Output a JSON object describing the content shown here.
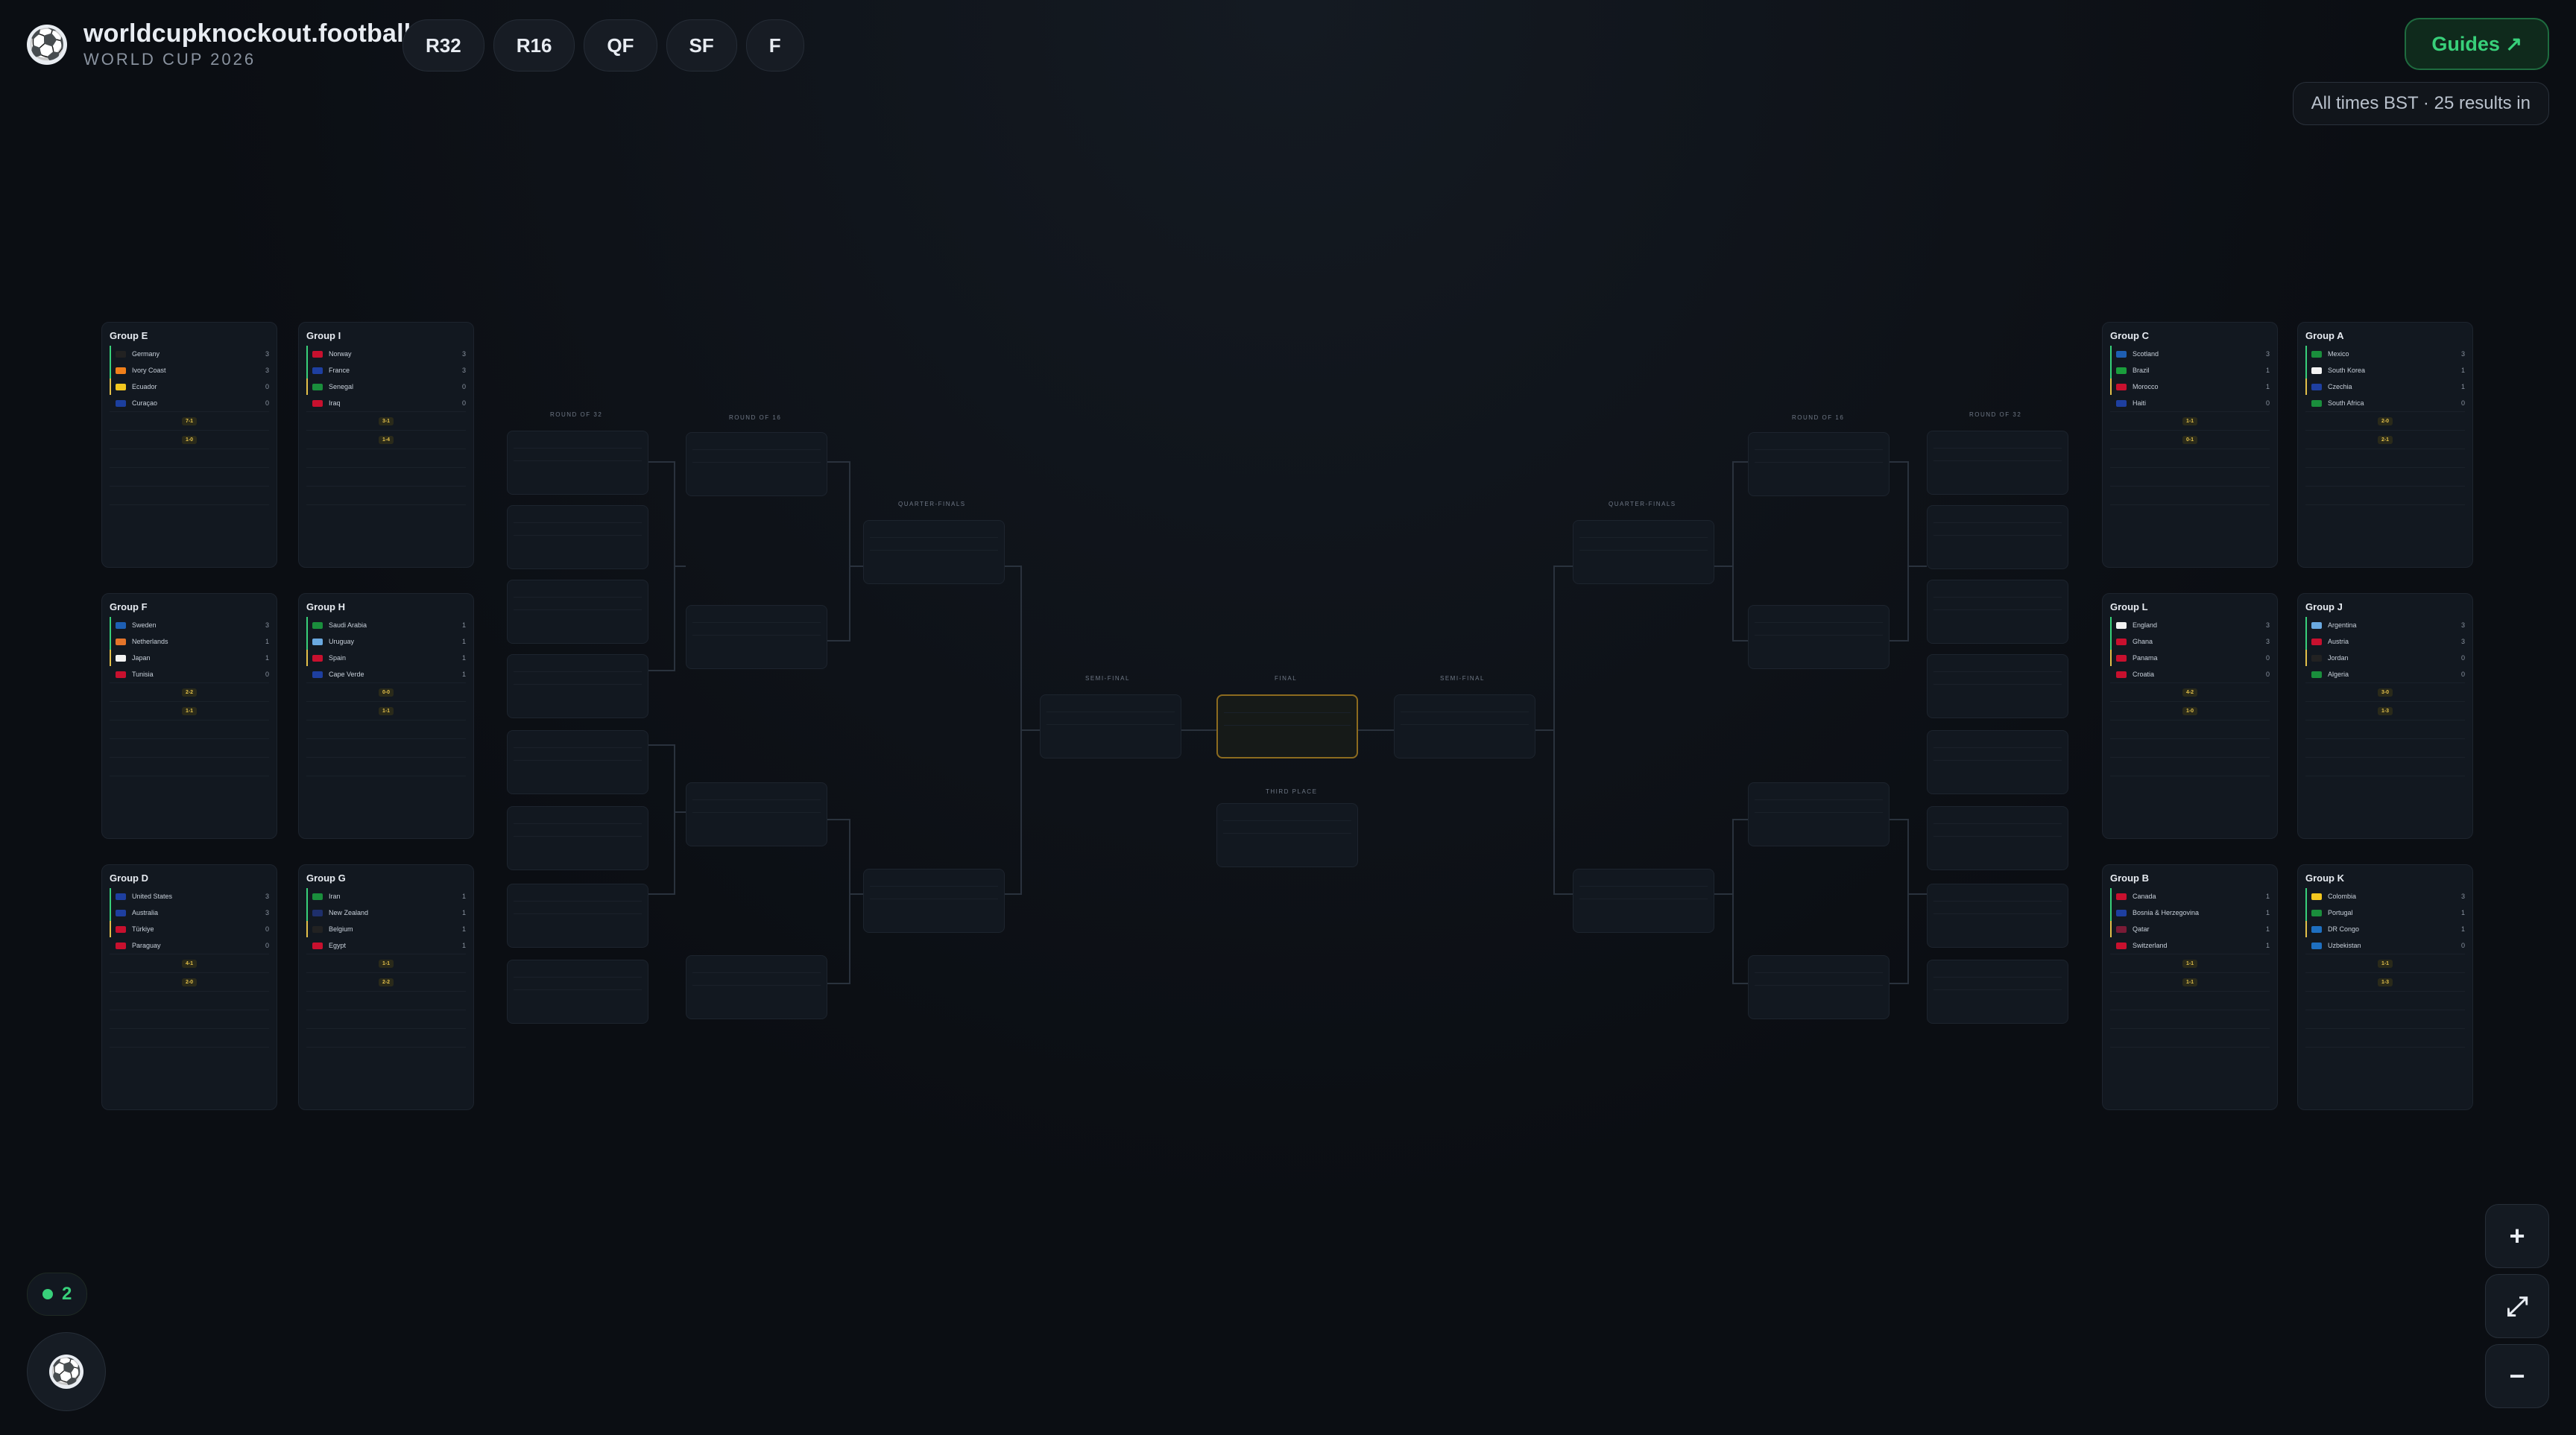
{
  "header": {
    "site_title": "worldcupknockout.football",
    "subtitle": "WORLD CUP 2026",
    "stages": [
      "R32",
      "R16",
      "QF",
      "SF",
      "F"
    ],
    "guides_label": "Guides ↗",
    "times_note": "All times BST · 25 results in"
  },
  "bracket_labels": {
    "r32": "ROUND OF 32",
    "r16": "ROUND OF 16",
    "qf": "QUARTER-FINALS",
    "sf": "SEMI-FINAL",
    "final": "FINAL",
    "third": "THIRD PLACE"
  },
  "groups": [
    {
      "name": "Group E",
      "teams": [
        "Germany",
        "Ivory Coast",
        "Ecuador",
        "Curaçao"
      ],
      "points": [
        "3",
        "3",
        "0",
        "0"
      ],
      "colors": [
        "#222",
        "#f07f1a",
        "#f3c71f",
        "#1c3f9e"
      ],
      "results": [
        "7-1",
        "1-0"
      ]
    },
    {
      "name": "Group I",
      "teams": [
        "Norway",
        "France",
        "Senegal",
        "Iraq"
      ],
      "points": [
        "3",
        "3",
        "0",
        "0"
      ],
      "colors": [
        "#c8102e",
        "#1e3fa0",
        "#1a8e3c",
        "#c8102e"
      ],
      "results": [
        "3-1",
        "1-4"
      ]
    },
    {
      "name": "Group F",
      "teams": [
        "Sweden",
        "Netherlands",
        "Japan",
        "Tunisia"
      ],
      "points": [
        "3",
        "1",
        "1",
        "0"
      ],
      "colors": [
        "#1e5fb3",
        "#e3742a",
        "#f2f2f2",
        "#c8102e"
      ],
      "results": [
        "2-2",
        "1-1"
      ]
    },
    {
      "name": "Group H",
      "teams": [
        "Saudi Arabia",
        "Uruguay",
        "Spain",
        "Cape Verde"
      ],
      "points": [
        "1",
        "1",
        "1",
        "1"
      ],
      "colors": [
        "#1a8e3c",
        "#6aa9e0",
        "#c8102e",
        "#1e3fa0"
      ],
      "results": [
        "0-0",
        "1-1"
      ]
    },
    {
      "name": "Group D",
      "teams": [
        "United States",
        "Australia",
        "Türkiye",
        "Paraguay"
      ],
      "points": [
        "3",
        "3",
        "0",
        "0"
      ],
      "colors": [
        "#1e3fa0",
        "#1e3fa0",
        "#c8102e",
        "#c8102e"
      ],
      "results": [
        "4-1",
        "2-0"
      ]
    },
    {
      "name": "Group G",
      "teams": [
        "Iran",
        "New Zealand",
        "Belgium",
        "Egypt"
      ],
      "points": [
        "1",
        "1",
        "1",
        "1"
      ],
      "colors": [
        "#1a8e3c",
        "#1e2f6b",
        "#222",
        "#c8102e"
      ],
      "results": [
        "1-1",
        "2-2"
      ]
    },
    {
      "name": "Group C",
      "teams": [
        "Scotland",
        "Brazil",
        "Morocco",
        "Haiti"
      ],
      "points": [
        "3",
        "1",
        "1",
        "0"
      ],
      "colors": [
        "#1e5fb3",
        "#1a9e3c",
        "#c8102e",
        "#1e3fa0"
      ],
      "results": [
        "1-1",
        "0-1"
      ]
    },
    {
      "name": "Group A",
      "teams": [
        "Mexico",
        "South Korea",
        "Czechia",
        "South Africa"
      ],
      "points": [
        "3",
        "1",
        "1",
        "0"
      ],
      "colors": [
        "#1a8e3c",
        "#f2f2f2",
        "#1e3fa0",
        "#1a8e3c"
      ],
      "results": [
        "2-0",
        "2-1"
      ]
    },
    {
      "name": "Group L",
      "teams": [
        "England",
        "Ghana",
        "Panama",
        "Croatia"
      ],
      "points": [
        "3",
        "3",
        "0",
        "0"
      ],
      "colors": [
        "#f2f2f2",
        "#c8102e",
        "#c8102e",
        "#c8102e"
      ],
      "results": [
        "4-2",
        "1-0"
      ]
    },
    {
      "name": "Group J",
      "teams": [
        "Argentina",
        "Austria",
        "Jordan",
        "Algeria"
      ],
      "points": [
        "3",
        "3",
        "0",
        "0"
      ],
      "colors": [
        "#6aa9e0",
        "#c8102e",
        "#222",
        "#1a8e3c"
      ],
      "results": [
        "3-0",
        "1-3"
      ]
    },
    {
      "name": "Group B",
      "teams": [
        "Canada",
        "Bosnia & Herzegovina",
        "Qatar",
        "Switzerland"
      ],
      "points": [
        "1",
        "1",
        "1",
        "1"
      ],
      "colors": [
        "#c8102e",
        "#1e3fa0",
        "#7a1b36",
        "#c8102e"
      ],
      "results": [
        "1-1",
        "1-1"
      ]
    },
    {
      "name": "Group K",
      "teams": [
        "Colombia",
        "Portugal",
        "DR Congo",
        "Uzbekistan"
      ],
      "points": [
        "3",
        "1",
        "1",
        "0"
      ],
      "colors": [
        "#f3c71f",
        "#1a8e3c",
        "#1e6fc0",
        "#1e6fc0"
      ],
      "results": [
        "1-1",
        "1-3"
      ]
    }
  ],
  "live_count": "2",
  "zoom": {
    "in": "+",
    "fit": "⤢",
    "out": "−"
  }
}
